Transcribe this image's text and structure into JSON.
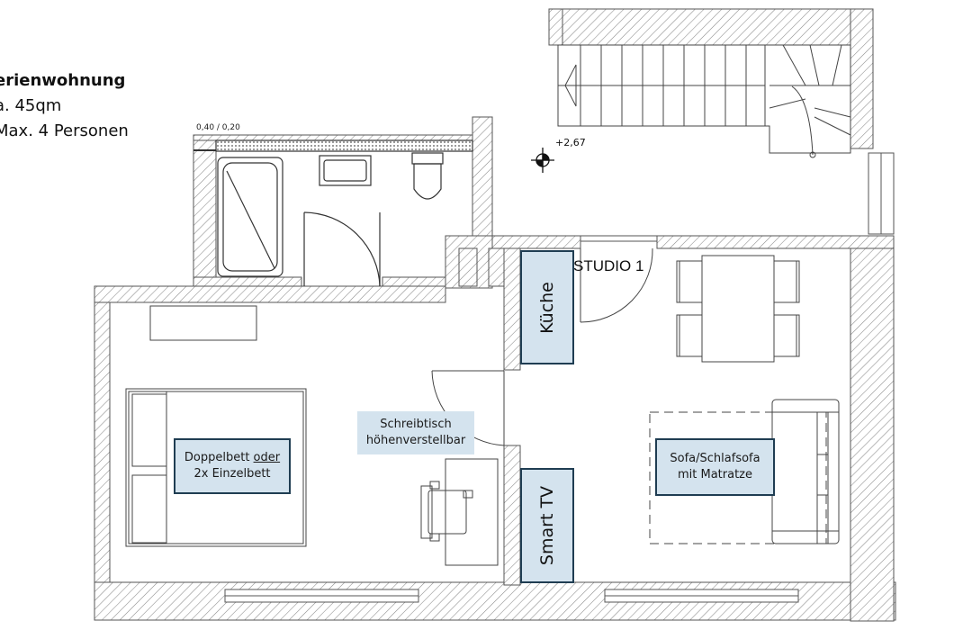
{
  "info": {
    "title": "erienwohnung",
    "area": "a. 45qm",
    "persons": "Max. 4 Personen"
  },
  "labels": {
    "kueche": "Küche",
    "studio": "STUDIO 1",
    "level": "+2,67",
    "dims": "0,40 / 0,20",
    "desk_line1": "Schreibtisch",
    "desk_line2": "höhenverstellbar",
    "bed_line1_a": "Doppelbett ",
    "bed_line1_b": "oder",
    "bed_line2": "2x Einzelbett",
    "sofa_line1": "Sofa/Schlafsofa",
    "sofa_line2": "mit Matratze",
    "tv": "Smart TV"
  },
  "colors": {
    "label_fill": "#d4e3ee",
    "label_border": "#1f3d52",
    "wall_line": "#555555"
  }
}
